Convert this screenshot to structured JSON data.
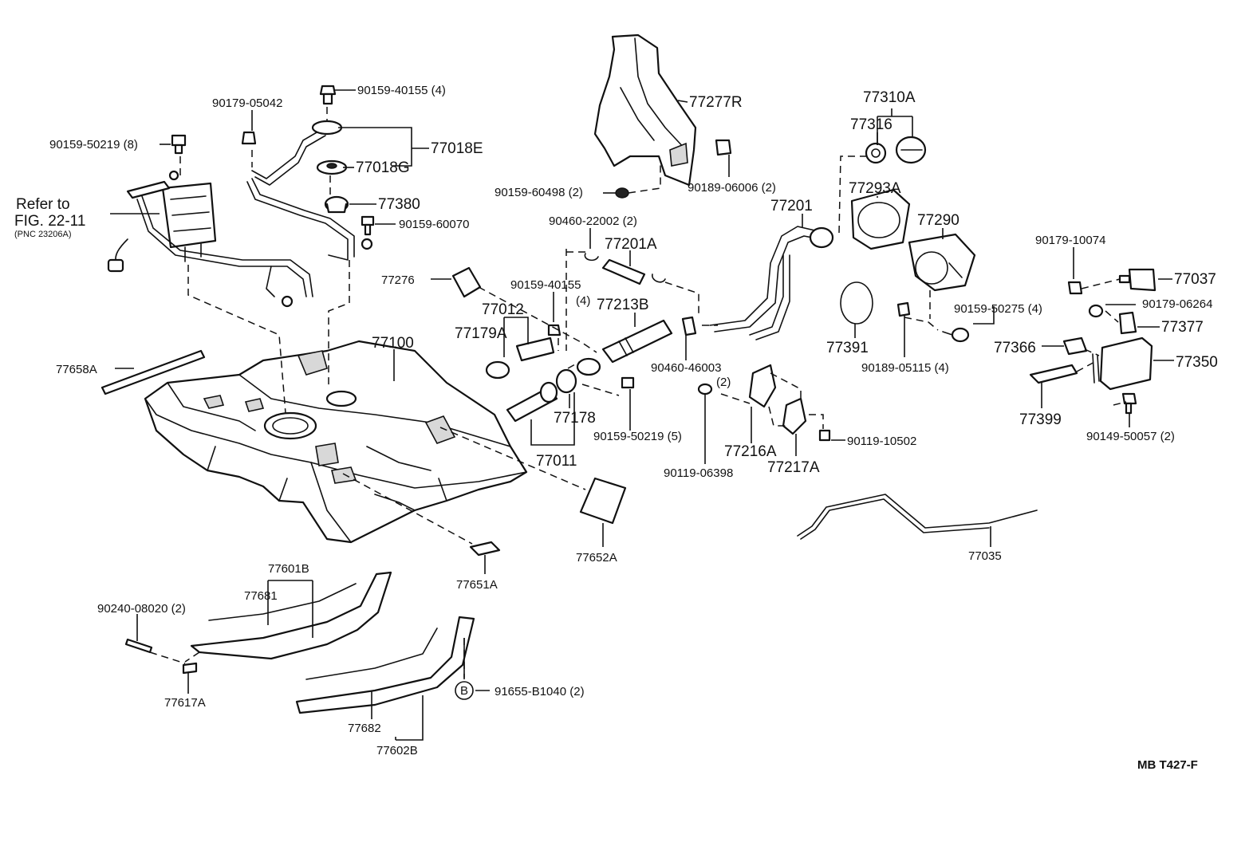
{
  "figure_code": "MB T427-F",
  "refer": {
    "line1": "Refer to",
    "line2": "FIG. 22-11",
    "line3": "(PNC 23206A)"
  },
  "labels": {
    "l_77277R": "77277R",
    "l_90159_40155_4a": "90159-40155 (4)",
    "l_90179_05042": "90179-05042",
    "l_90159_50219_8": "90159-50219 (8)",
    "l_77018E": "77018E",
    "l_77018G": "77018G",
    "l_77380": "77380",
    "l_90159_60070": "90159-60070",
    "l_90159_60498_2": "90159-60498 (2)",
    "l_90189_06006_2": "90189-06006 (2)",
    "l_77310A": "77310A",
    "l_77316": "77316",
    "l_77293A": "77293A",
    "l_77201": "77201",
    "l_77290": "77290",
    "l_90460_22002_2": "90460-22002 (2)",
    "l_77201A": "77201A",
    "l_77276": "77276",
    "l_90159_40155_b": "90159-40155",
    "l_4": "(4)",
    "l_77012": "77012",
    "l_77213B": "77213B",
    "l_77179A": "77179A",
    "l_77100": "77100",
    "l_77658A": "77658A",
    "l_90179_10074": "90179-10074",
    "l_77037": "77037",
    "l_90179_06264": "90179-06264",
    "l_90159_50275_4": "90159-50275 (4)",
    "l_77377": "77377",
    "l_77391": "77391",
    "l_77366": "77366",
    "l_77350": "77350",
    "l_90460_46003": "90460-46003",
    "l_2": "(2)",
    "l_90189_05115_4": "90189-05115 (4)",
    "l_77178": "77178",
    "l_90159_50219_5": "90159-50219 (5)",
    "l_77216A": "77216A",
    "l_90119_10502": "90119-10502",
    "l_77399": "77399",
    "l_90149_50057_2": "90149-50057 (2)",
    "l_77011": "77011",
    "l_90119_06398": "90119-06398",
    "l_77217A": "77217A",
    "l_77652A": "77652A",
    "l_77035": "77035",
    "l_77601B": "77601B",
    "l_77681": "77681",
    "l_77651A": "77651A",
    "l_90240_08020_2": "90240-08020 (2)",
    "l_77617A": "77617A",
    "l_91655_B1040_2": "91655-B1040 (2)",
    "l_B": "B",
    "l_77682": "77682",
    "l_77602B": "77602B"
  }
}
